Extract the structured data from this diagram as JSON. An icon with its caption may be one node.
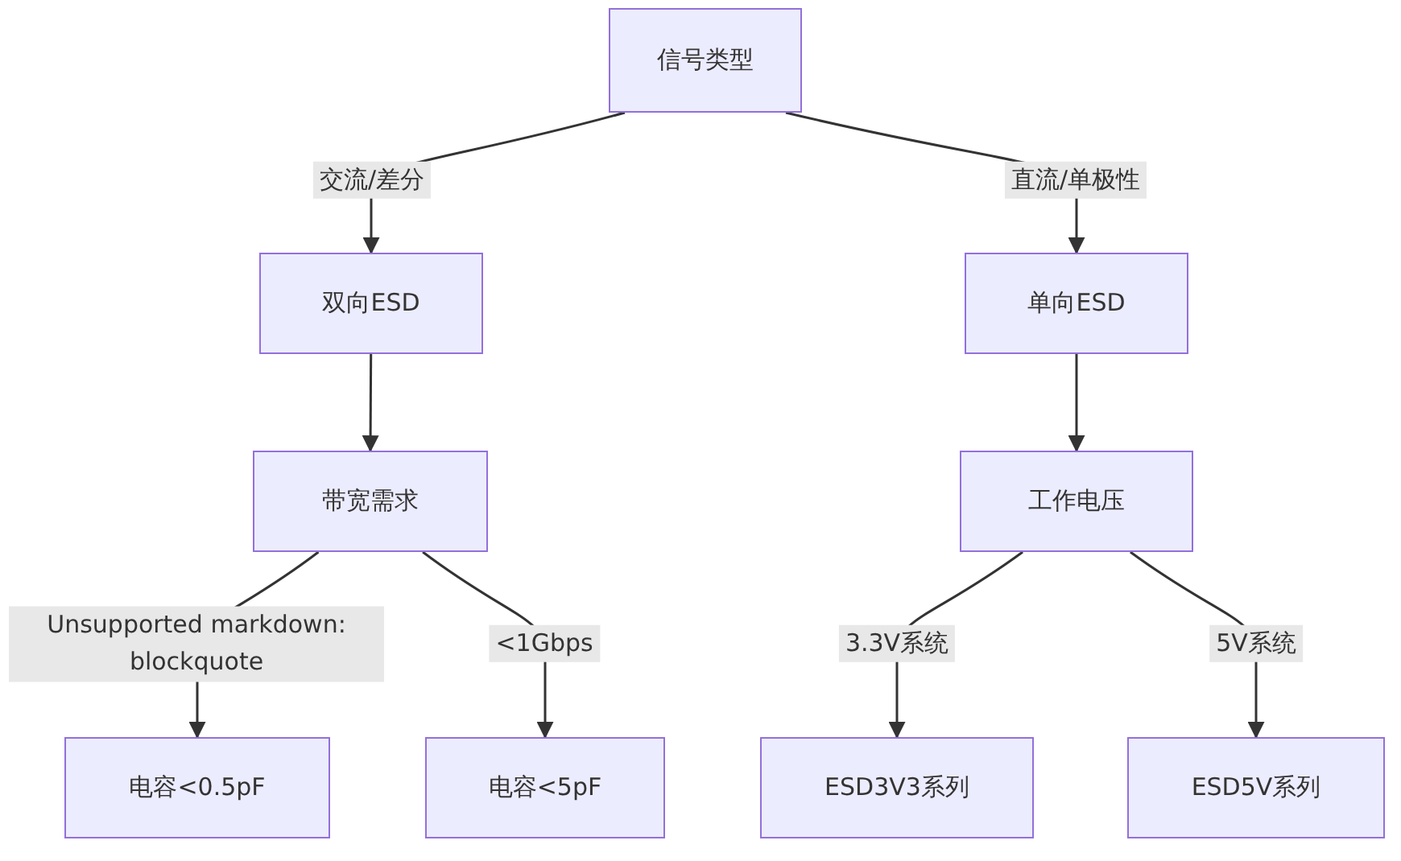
{
  "diagram": {
    "nodes": [
      {
        "text": [
          "信号类型"
        ]
      },
      {
        "text": [
          "双向ESD"
        ]
      },
      {
        "text": [
          "单向ESD"
        ]
      },
      {
        "text": [
          "带宽需求"
        ]
      },
      {
        "text": [
          "工作电压"
        ]
      },
      {
        "text": [
          "电容<0.5pF"
        ]
      },
      {
        "text": [
          "电容<5pF"
        ]
      },
      {
        "text": [
          "ESD3V3系列"
        ]
      },
      {
        "text": [
          "ESD5V系列"
        ]
      }
    ],
    "edges": [
      {
        "from": 0,
        "to": 1,
        "arrow": "to",
        "label": "交流/差分"
      },
      {
        "from": 0,
        "to": 2,
        "arrow": "to",
        "label": "直流/单极性"
      },
      {
        "from": 1,
        "to": 3,
        "arrow": "to"
      },
      {
        "from": 2,
        "to": 4,
        "arrow": "to"
      },
      {
        "from": 3,
        "to": 5,
        "arrow": "to",
        "label": "Unsupported markdown: blockquote"
      },
      {
        "from": 3,
        "to": 6,
        "arrow": "to",
        "label": "<1Gbps"
      },
      {
        "from": 4,
        "to": 7,
        "arrow": "to",
        "label": "3.3V系统"
      },
      {
        "from": 4,
        "to": 8,
        "arrow": "to",
        "label": "5V系统"
      }
    ]
  }
}
